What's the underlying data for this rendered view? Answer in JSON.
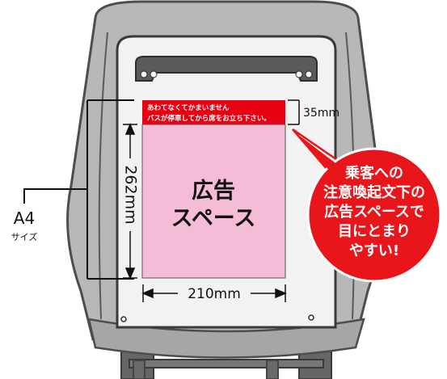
{
  "header_band": {
    "line1": "あわてなくてかまいません",
    "line2": "バスが停車してから席をお立ち下さい。"
  },
  "ad_area": {
    "line1": "広告",
    "line2": "スペース",
    "fill_color": "#f4bcd6"
  },
  "dimensions": {
    "header_height": "35mm",
    "ad_height": "262mm",
    "ad_width": "210mm"
  },
  "paper_size": {
    "label": "A4",
    "sub": "サイズ"
  },
  "callout": {
    "lines": [
      "乗客への",
      "注意喚起文下の",
      "広告スペースで",
      "目にとまり",
      "やすい!"
    ],
    "bg_color": "#e8161b"
  },
  "colors": {
    "seat_gray": "#b3b3b3",
    "frame_dark": "#5a5a5a",
    "panel_light": "#f2f2f2",
    "warning_red": "#e60012"
  }
}
